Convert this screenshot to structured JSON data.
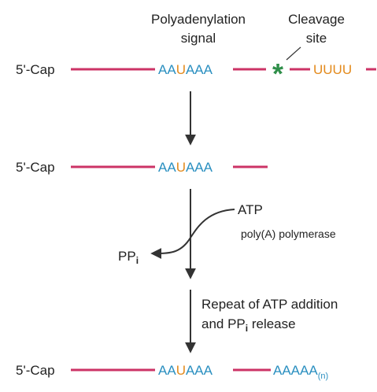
{
  "colors": {
    "rna_line": "#cc3366",
    "sequence_blue": "#2a8fc0",
    "uracil_orange": "#e38a1c",
    "cleavage_green": "#2f8f4a",
    "text": "#222222",
    "arrow": "#333333"
  },
  "labels": {
    "poly_signal_line1": "Polyadenylation",
    "poly_signal_line2": "signal",
    "cleavage_line1": "Cleavage",
    "cleavage_line2": "site",
    "cap": "5'-Cap",
    "seq_aa": "AA",
    "seq_u": "U",
    "seq_aaa": "AAA",
    "cleavage_mark": "*",
    "uuuu": "UUUU",
    "atp": "ATP",
    "enzyme": "poly(A) polymerase",
    "pp": "PP",
    "pp_sub": "i",
    "repeat_line1": "Repeat of ATP addition",
    "repeat_line2_a": "and PP",
    "repeat_line2_sub": "i",
    "repeat_line2_b": " release",
    "poly_a_tail": "AAAAA",
    "poly_a_sub": "(n)"
  }
}
